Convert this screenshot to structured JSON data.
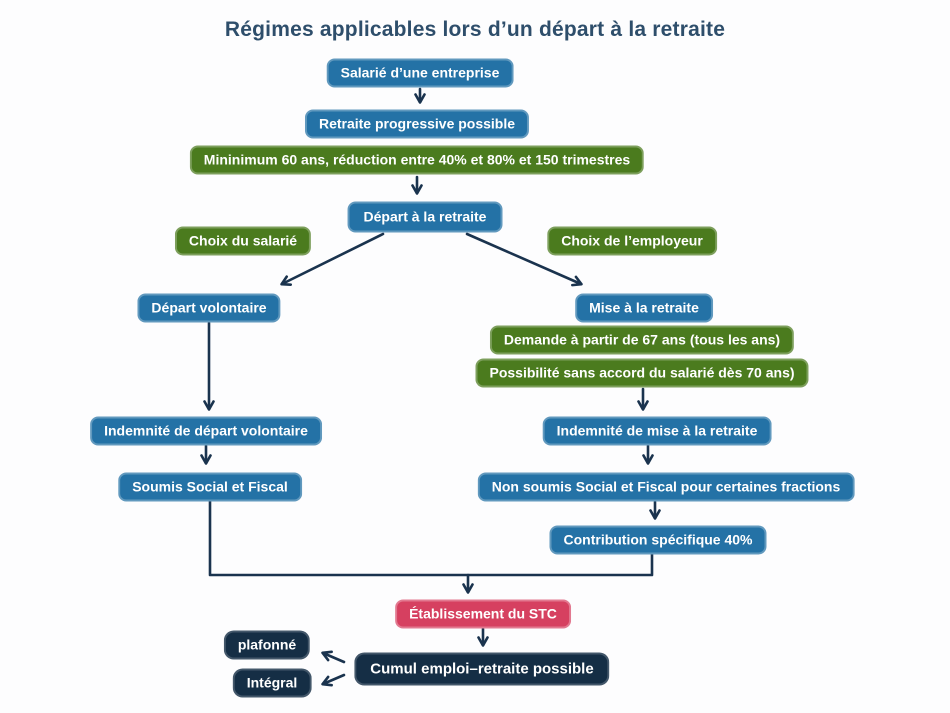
{
  "title": "Régimes applicables lors d’un départ à la retraite",
  "colors": {
    "blue": "#2472a6",
    "green": "#4b7b1e",
    "red": "#d64060",
    "navy": "#152e45",
    "line": "#1a334e",
    "title": "#2e4e6b"
  },
  "nodes": {
    "salarie": {
      "label": "Salarié d’une entreprise",
      "type": "blue"
    },
    "retraite_prog": {
      "label": "Retraite progressive possible",
      "type": "blue"
    },
    "minimum": {
      "label": "Mininimum 60 ans, réduction entre 40% et 80% et 150 trimestres",
      "type": "green"
    },
    "depart_retraite": {
      "label": "Départ à la retraite",
      "type": "blue"
    },
    "choix_salarie": {
      "label": "Choix du salarié",
      "type": "green"
    },
    "choix_employeur": {
      "label": "Choix de l’employeur",
      "type": "green"
    },
    "depart_volontaire": {
      "label": "Départ volontaire",
      "type": "blue"
    },
    "mise_retraite": {
      "label": "Mise à la retraite",
      "type": "blue"
    },
    "demande_67": {
      "label": "Demande à partir de 67 ans (tous les ans)",
      "type": "green"
    },
    "possibilite_70": {
      "label": "Possibilité sans accord du salarié dès 70 ans)",
      "type": "green"
    },
    "indemnite_depart": {
      "label": "Indemnité de départ volontaire",
      "type": "blue"
    },
    "indemnite_mise": {
      "label": "Indemnité de mise à la retraite",
      "type": "blue"
    },
    "soumis": {
      "label": "Soumis Social et Fiscal",
      "type": "blue"
    },
    "non_soumis": {
      "label": "Non soumis Social et Fiscal pour certaines fractions",
      "type": "blue"
    },
    "contribution": {
      "label": "Contribution spécifique 40%",
      "type": "blue"
    },
    "stc": {
      "label": "Établissement du STC",
      "type": "red"
    },
    "cumul": {
      "label": "Cumul emploi–retraite possible",
      "type": "navy"
    },
    "plafonne": {
      "label": "plafonné",
      "type": "navy"
    },
    "integral": {
      "label": "Intégral",
      "type": "navy"
    }
  }
}
